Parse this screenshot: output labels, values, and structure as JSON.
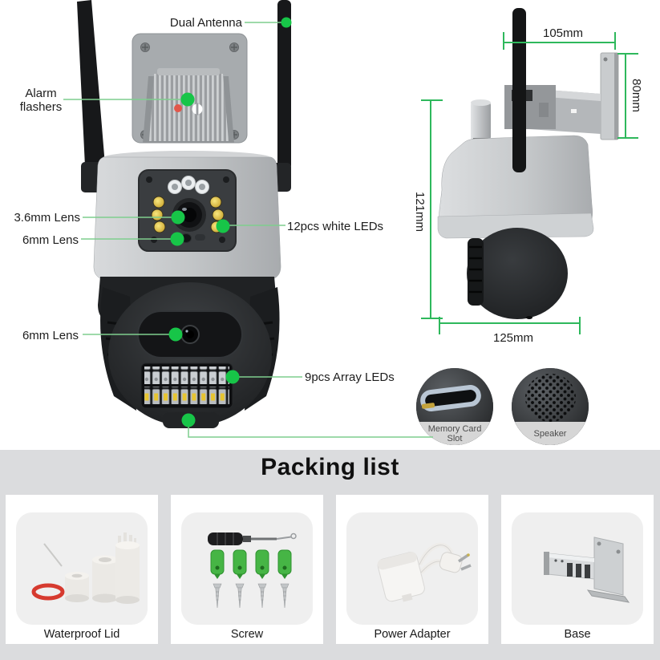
{
  "colors": {
    "accent_green": "#17c548",
    "leader_green": "#7fce8e",
    "dim_green": "#2eb85c",
    "red_flasher": "#e2574b",
    "packing_bg": "#dbdcde",
    "card_inner_bg": "#efefef"
  },
  "callouts": {
    "dual_antenna": {
      "label": "Dual Antenna"
    },
    "alarm_flashers": {
      "label": "Alarm flashers"
    },
    "lens_3_6mm": {
      "label": "3.6mm Lens"
    },
    "lens_6mm_upper": {
      "label": "6mm Lens"
    },
    "white_leds": {
      "label": "12pcs white LEDs"
    },
    "lens_6mm_lower": {
      "label": "6mm Lens"
    },
    "array_leds": {
      "label": "9pcs Array LEDs"
    }
  },
  "dimensions": {
    "top_width": "105mm",
    "bracket_height": "80mm",
    "body_height": "121mm",
    "base_width": "125mm"
  },
  "insets": {
    "memory": {
      "label": "Memory Card Slot"
    },
    "speaker": {
      "label": "Speaker"
    }
  },
  "packing_list": {
    "title": "Packing list",
    "items": [
      {
        "label": "Waterproof Lid"
      },
      {
        "label": "Screw"
      },
      {
        "label": "Power Adapter"
      },
      {
        "label": "Base"
      }
    ]
  }
}
